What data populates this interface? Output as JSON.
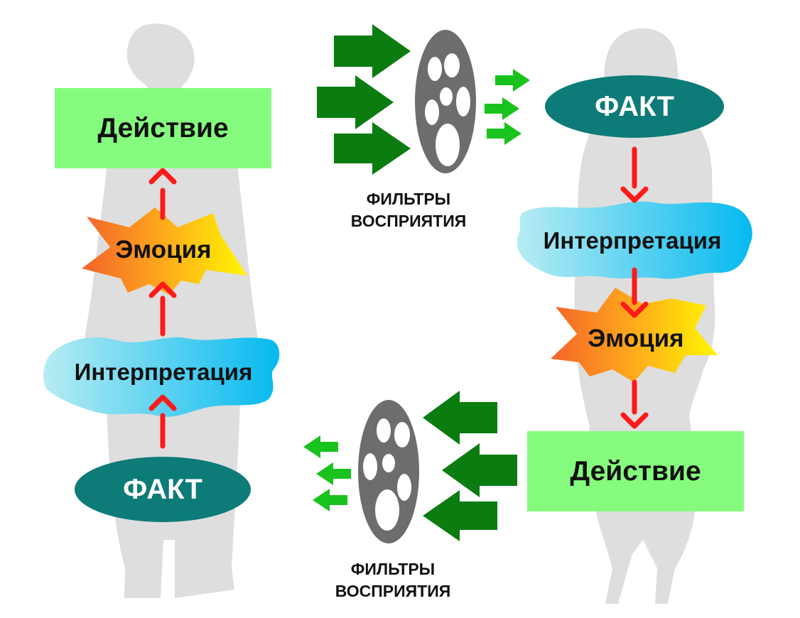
{
  "colors": {
    "silhouette": "#dedede",
    "action_fill": "#86fc7e",
    "fact_fill": "#0d7b78",
    "filter_disc": "#6d6d6d",
    "big_arrow": "#0a7c10",
    "small_arrow": "#19c21c",
    "flow_arrow": "#ff1a1a",
    "interpretation_gradient": [
      "#b7ecf2",
      "#05b9f0"
    ],
    "emotion_gradient": [
      "#f4632a",
      "#fff700"
    ]
  },
  "left_person": {
    "action_label": "Действие",
    "emotion_label": "Эмоция",
    "interpretation_label": "Интерпретация",
    "fact_label": "ФАКТ"
  },
  "right_person": {
    "fact_label": "ФАКТ",
    "interpretation_label": "Интерпретация",
    "emotion_label": "Эмоция",
    "action_label": "Действие"
  },
  "filters": {
    "top_caption_line1": "ФИЛЬТРЫ",
    "top_caption_line2": "ВОСПРИЯТИЯ",
    "bottom_caption_line1": "ФИЛЬТРЫ",
    "bottom_caption_line2": "ВОСПРИЯТИЯ"
  }
}
